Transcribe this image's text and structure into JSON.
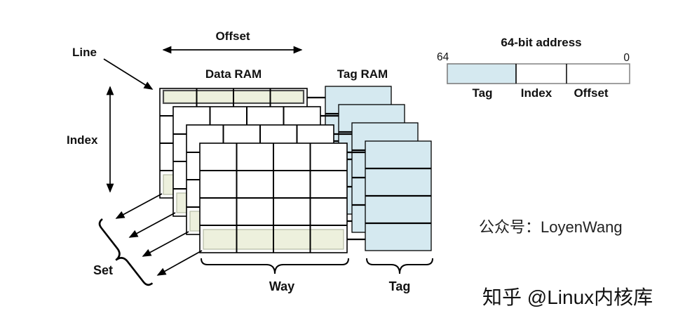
{
  "labels": {
    "line": "Line",
    "offset": "Offset",
    "data_ram": "Data RAM",
    "tag_ram": "Tag RAM",
    "index": "Index",
    "set": "Set",
    "way": "Way",
    "tag": "Tag"
  },
  "address": {
    "title": "64-bit address",
    "bit_high": "64",
    "bit_low": "0",
    "fields": [
      {
        "label": "Tag",
        "filled": true
      },
      {
        "label": "Index",
        "filled": false
      },
      {
        "label": "Offset",
        "filled": false
      }
    ]
  },
  "structure": {
    "ways": 4,
    "rows_per_way": 4,
    "cols_per_way": 4,
    "tag_entries_per_way": 4
  },
  "colors": {
    "line_highlight": "#edf0dd",
    "tag_fill": "#d5e9f0",
    "watermark": "#d9d9d9"
  },
  "captions": {
    "wechat": "公众号：LoyenWang",
    "watermark": "知乎 @Linux内核库"
  }
}
